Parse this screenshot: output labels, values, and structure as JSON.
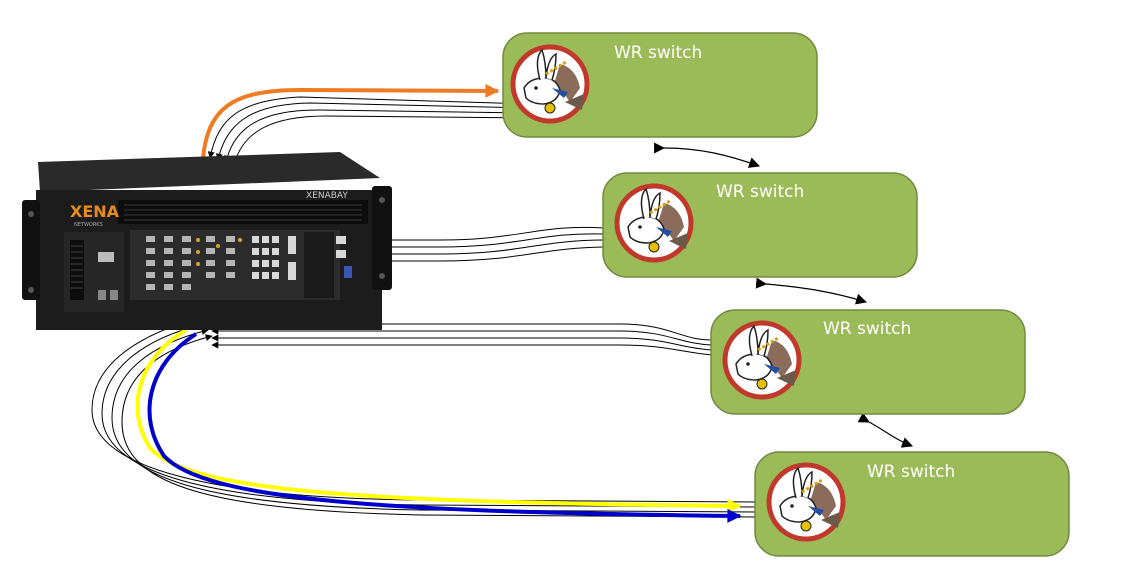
{
  "switches": [
    {
      "label": "WR switch"
    },
    {
      "label": "WR switch"
    },
    {
      "label": "WR switch"
    },
    {
      "label": "WR switch"
    }
  ],
  "device": {
    "brand": "XENA",
    "brand_sub": "NETWORKS",
    "model": "XENABAY"
  },
  "colors": {
    "switch_fill": "#9bbb59",
    "switch_stroke": "#71893f",
    "orange": "#ef7b22",
    "yellow": "#ffff00",
    "blue": "#0000cc"
  }
}
